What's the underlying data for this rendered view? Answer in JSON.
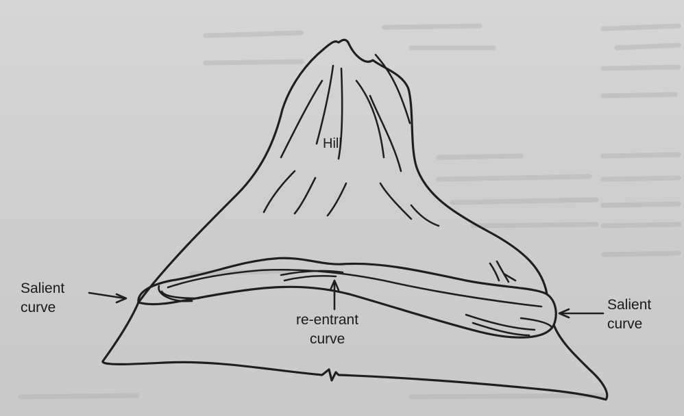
{
  "diagram": {
    "hill_label": "Hill",
    "salient_left": {
      "line1": "Salient",
      "line2": "curve"
    },
    "reentrant": {
      "line1": "re-entrant",
      "line2": "curve"
    },
    "salient_right": {
      "line1": "Salient",
      "line2": "curve"
    }
  },
  "colors": {
    "paper": "#d0d0d0",
    "ink": "#1f1f1f"
  }
}
